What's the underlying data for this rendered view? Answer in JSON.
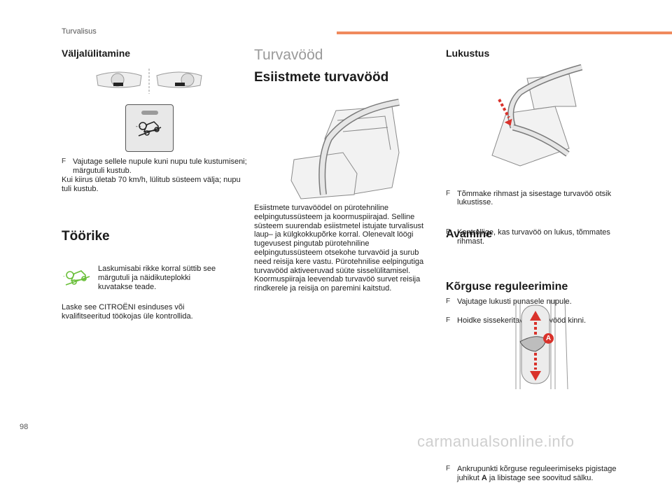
{
  "header": {
    "section": "Turvalisus"
  },
  "page_number": "98",
  "watermark": "carmanualsonline.info",
  "colors": {
    "accent": "#f08a5d",
    "red": "#d9322b"
  },
  "left": {
    "title1": "Väljalülitamine",
    "bullet1": "Vajutage sellele nupule kuni nupu tule kustumiseni; märgutuli kustub.",
    "para1": "Kui kiirus ületab 70 km/h, lülitub süsteem välja; nupu tuli kustub.",
    "title2": "Töörike",
    "warn_text": "Laskumisabi rikke korral süttib see märgutuli ja näidikuteplokki kuvatakse teade.",
    "para2": "Laske see CITROËNI esinduses või kvalifitseeritud töökojas üle kontrollida."
  },
  "middle": {
    "title": "Turvavööd",
    "subtitle": "Esiistmete turvavööd",
    "body": "Esiistmete turvavöödel on pürotehniline eelpingutussüsteem ja koormuspiirajad. Selline süsteem suurendab esiistmetel istujate turvalisust laup– ja külgkokkupõrke korral. Olenevalt löögi tugevusest pingutab pürotehniline eelpingutussüsteem otsekohe turvavöid ja surub need reisija kere vastu. Pürotehnilise eelpingutiga turvavööd aktiveeruvad süüte sisselülitamisel. Koormuspiiraja leevendab turvavöö survet reisija rindkerele ja reisija on paremini kaitstud."
  },
  "right": {
    "title1": "Lukustus",
    "bullets1": [
      "Tõmmake rihmast ja sisestage turvavöö otsik lukustisse.",
      "Kontrollige, kas turvavöö on lukus, tõmmates rihmast."
    ],
    "title2": "Avamine",
    "bullets2": [
      "Vajutage lukusti punasele nupule.",
      "Hoidke sissekeritavat turvavööd kinni."
    ],
    "title3": "Kõrguse reguleerimine",
    "bullet3_pre": "Ankrupunkti kõrguse reguleerimiseks pigistage juhikut ",
    "bullet3_bold": "A",
    "bullet3_post": " ja libistage see soovitud sälku.",
    "label_a": "A"
  },
  "bullet_marker": "F"
}
